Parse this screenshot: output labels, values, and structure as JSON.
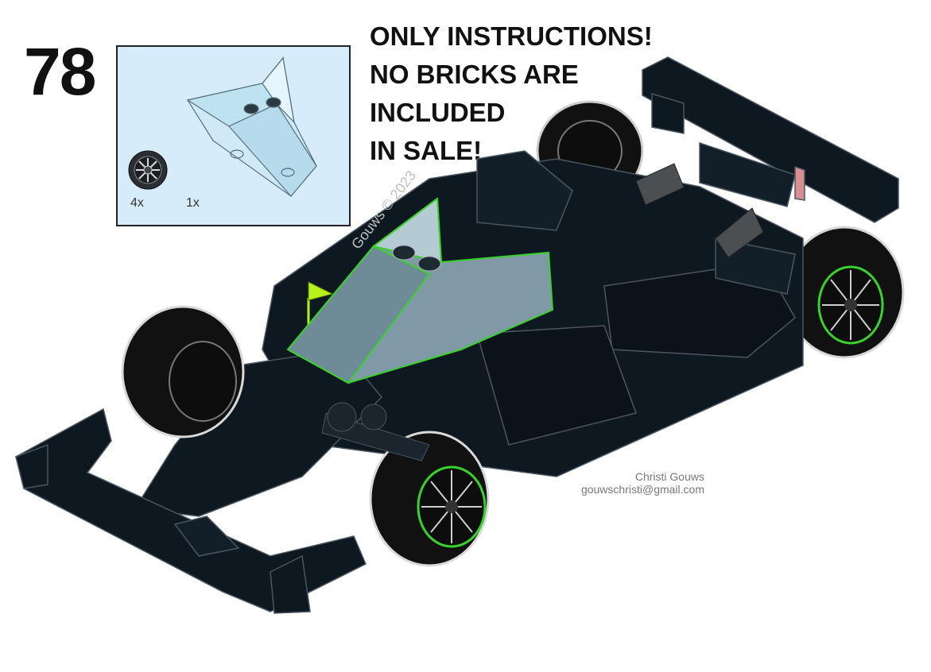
{
  "step": {
    "number": "78"
  },
  "parts_list": {
    "items": [
      {
        "name": "rim-icon",
        "quantity": "4x"
      },
      {
        "name": "wedge-windscreen-icon",
        "quantity": "1x"
      }
    ]
  },
  "notice": {
    "lines": [
      "ONLY INSTRUCTIONS!",
      "NO BRICKS ARE",
      "INCLUDED",
      "IN SALE!"
    ]
  },
  "credit": {
    "author": "Christi Gouws",
    "email": "gouwschristi@gmail.com"
  },
  "watermark": {
    "text": "Gouws © 2023"
  },
  "colors": {
    "background": "#ffffff",
    "parts_box": "#d6ecfb",
    "body": "#0e1820",
    "highlight": "#39d12c",
    "windscreen": "#7f9aa6",
    "flag": "#b7f21a"
  }
}
